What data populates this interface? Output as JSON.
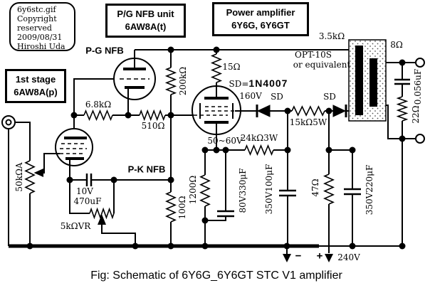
{
  "info_box": {
    "line1": "6y6stc.gif",
    "line2": "Copyright",
    "line3": "reserved",
    "line4": "2009/08/31",
    "line5": "Hiroshi Uda"
  },
  "blocks": {
    "nfb_unit_line1": "P/G NFB unit",
    "nfb_unit_line2": "6AW8A(t)",
    "power_amp_line1": "Power amplifier",
    "power_amp_line2": "6Y6G, 6Y6GT",
    "first_stage_line1": "1st stage",
    "first_stage_line2": "6AW8A(p)"
  },
  "labels": {
    "pg_nfb": "P-G NFB",
    "pk_nfb": "P-K NFB",
    "r_6k8": "6.8kΩ",
    "r_510": "510Ω",
    "r_200k": "200kΩ",
    "r_15": "15Ω",
    "r_24k": "24kΩ3W",
    "r_15k": "15kΩ5W",
    "r_1200": "1200Ω",
    "r_100": "100Ω",
    "r_47": "47Ω",
    "r_22": "22Ω",
    "pot_50k": "50kΩA",
    "pot_5k": "5kΩVR",
    "c_470_v": "10V",
    "c_470": "470uF",
    "c_330": "80V330μF",
    "c_100": "350V100μF",
    "c_220": "350V220μF",
    "c_0056": "0.056uF",
    "v_160": "160V",
    "v_5060": "50~60V",
    "v_240": "240V",
    "sd_left": "SD",
    "sd_right": "SD",
    "sd_eq_prefix": "SD=",
    "sd_eq_part": "1N4007",
    "opt_model": "OPT-10S",
    "opt_equiv": "or equivalent",
    "z_primary": "3.5kΩ",
    "z_secondary": "8Ω",
    "minus": "−",
    "plus": "+"
  },
  "caption": "Fig:  Schematic of 6Y6G_6Y6GT STC V1 amplifier"
}
